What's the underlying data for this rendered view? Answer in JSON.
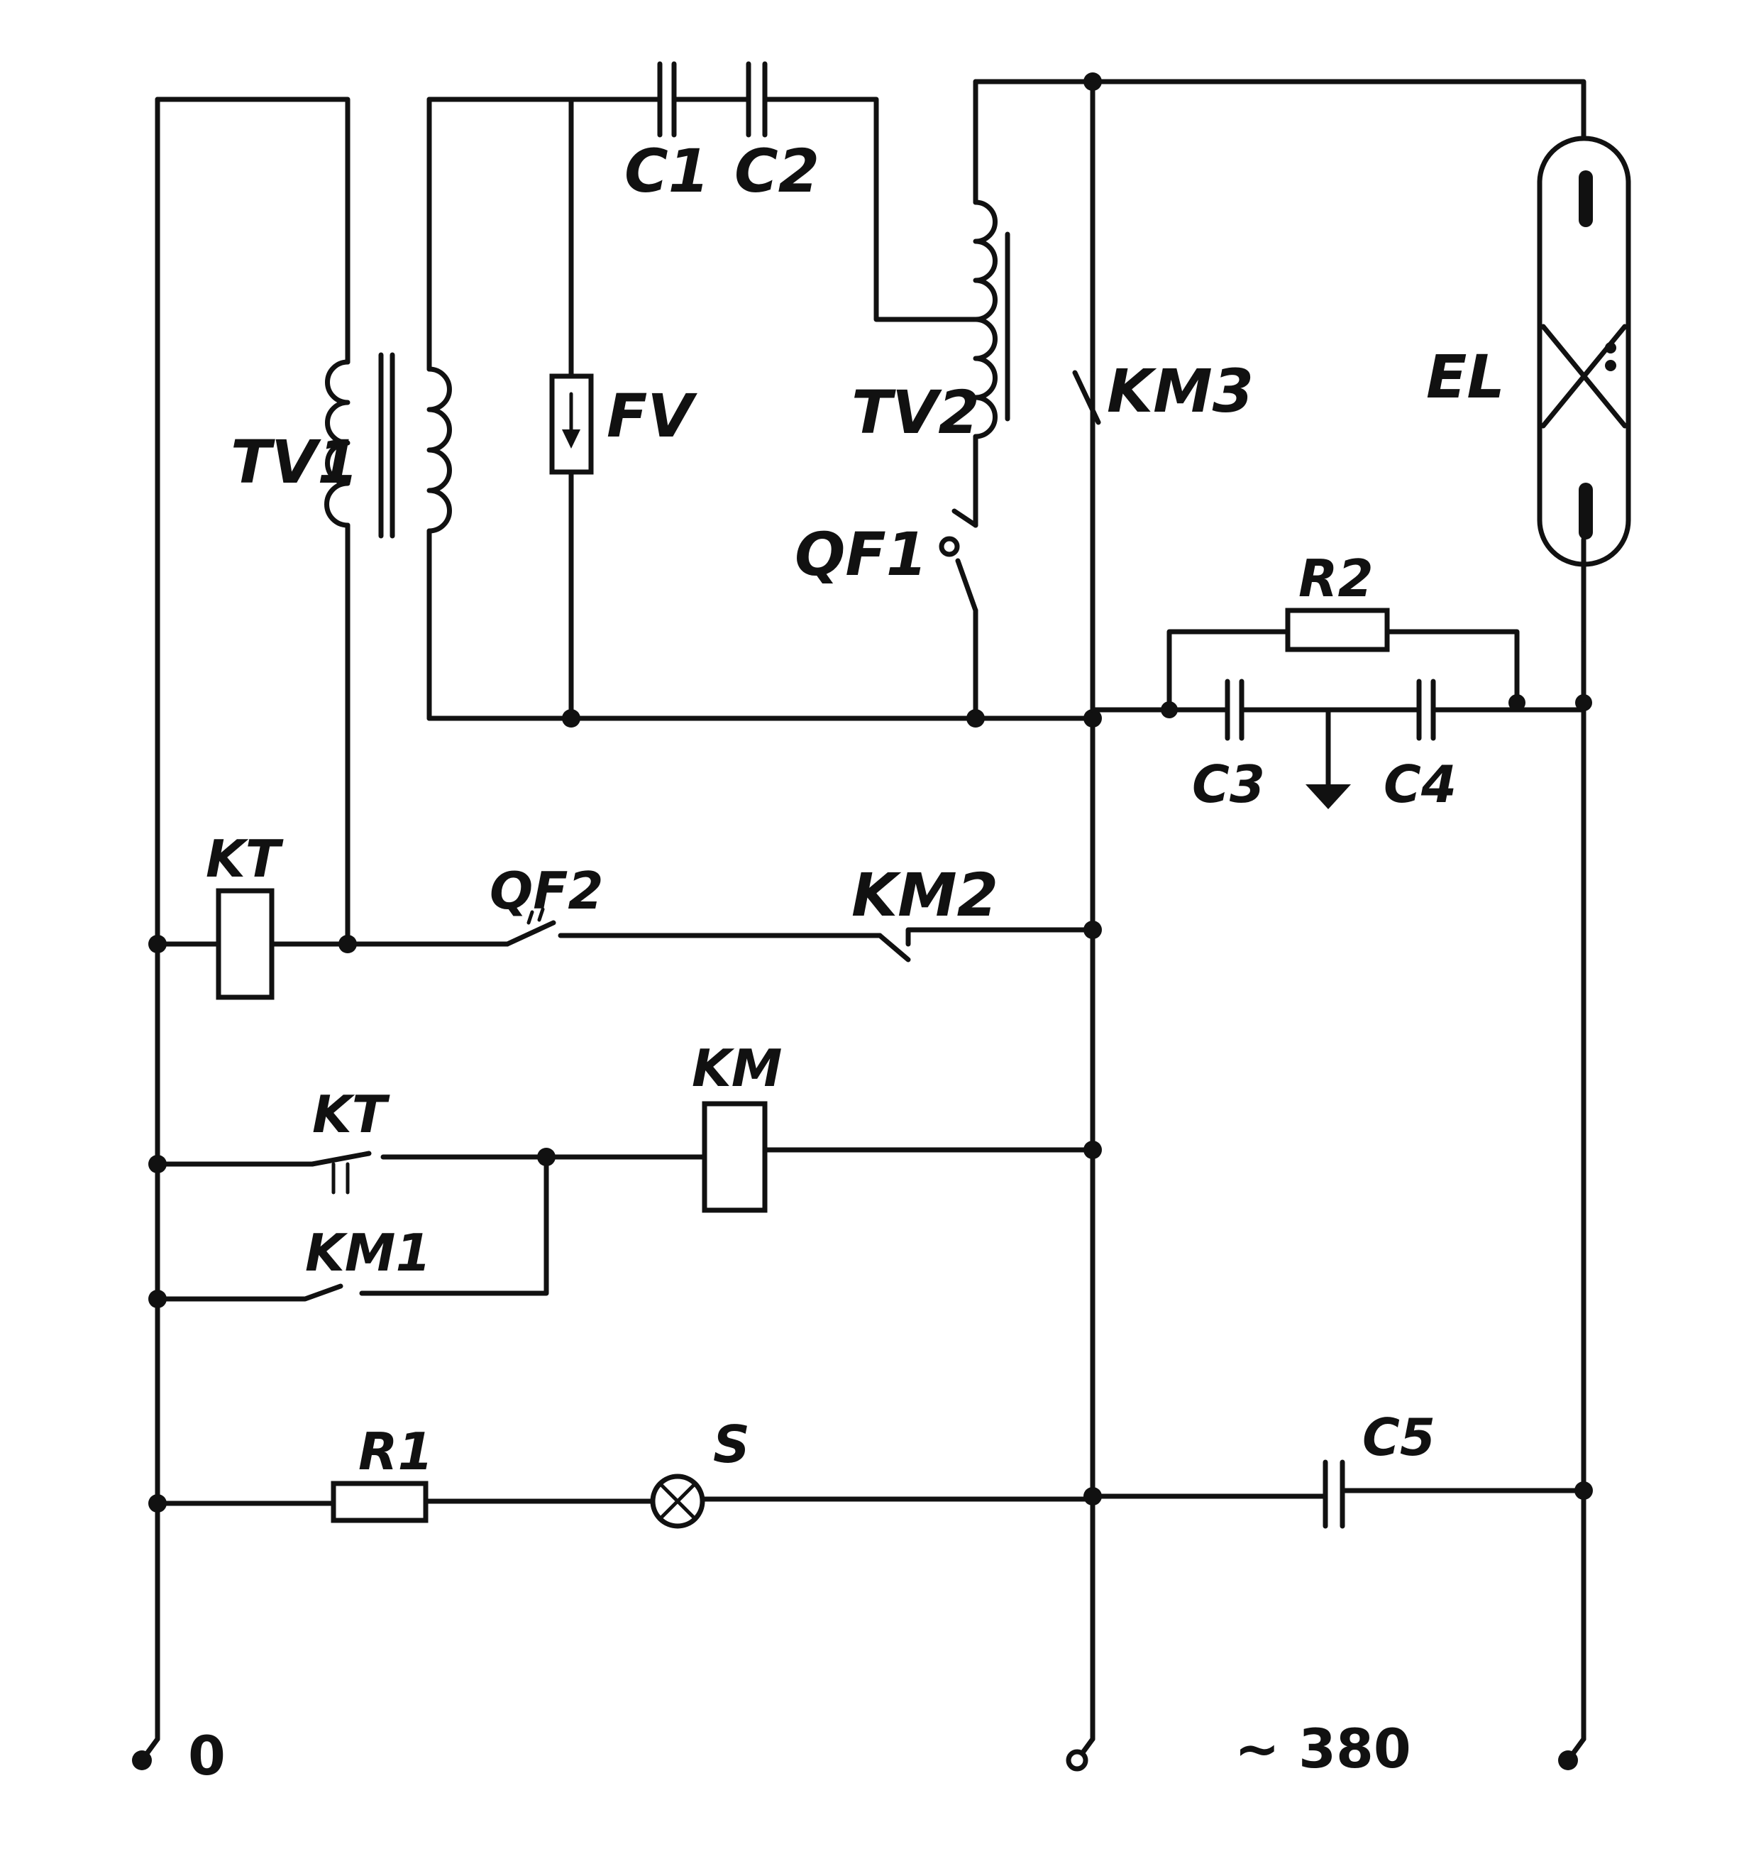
{
  "labels": {
    "TV1": "TV1",
    "FV": "FV",
    "C1": "C1",
    "C2": "C2",
    "TV2": "TV2",
    "QF1": "QF1",
    "KM3": "KM3",
    "EL": "EL",
    "R2": "R2",
    "C3": "C3",
    "C4": "C4",
    "KT_coil": "KT",
    "QF2": "QF2",
    "KM2": "KM2",
    "KT_contact": "KT",
    "KM": "KM",
    "KM1": "KM1",
    "R1": "R1",
    "lamp": "S",
    "C5": "C5"
  },
  "terminals": {
    "neutral": "0",
    "supply": "~ 380"
  }
}
